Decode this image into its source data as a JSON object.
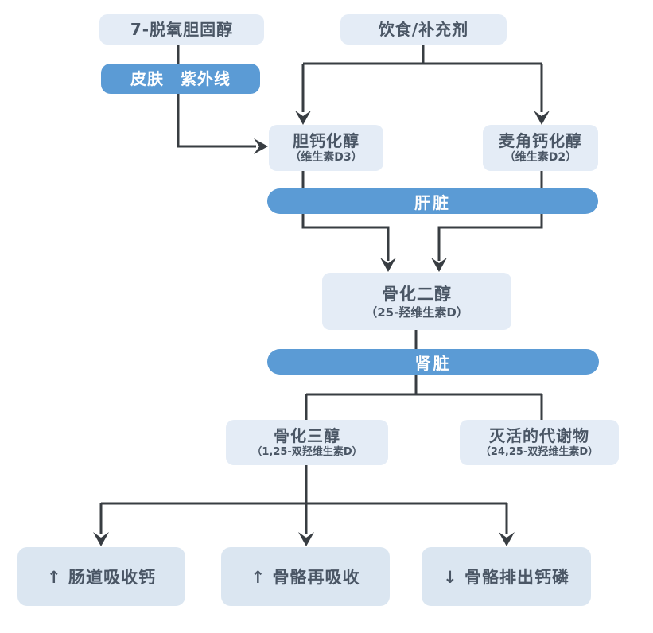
{
  "colors": {
    "accent_blue": "#5b9bd5",
    "light_box": "#e4ecf6",
    "light_box_bottom": "#dbe6f1",
    "text_dark": "#4a5665",
    "text_on_blue": "#ffffff",
    "connector_line": "#383d42"
  },
  "nodes": {
    "dhc": {
      "label": "7-脱氧胆固醇"
    },
    "diet": {
      "label": "饮食/补充剂"
    },
    "skin": {
      "label": "皮肤　紫外线"
    },
    "d3": {
      "label": "胆钙化醇",
      "sublabel": "（维生素D3）"
    },
    "d2": {
      "label": "麦角钙化醇",
      "sublabel": "（维生素D2）"
    },
    "liver": {
      "label": "肝脏"
    },
    "calcidiol": {
      "label": "骨化二醇",
      "sublabel": "（25-羟维生素D）"
    },
    "kidney": {
      "label": "肾脏"
    },
    "calcitriol": {
      "label": "骨化三醇",
      "sublabel": "（1,25-双羟维生素D）"
    },
    "inactive_metabolites": {
      "label": "灭活的代谢物",
      "sublabel": "（24,25-双羟维生素D）"
    },
    "intestinal_absorption": {
      "label": "↑ 肠道吸收钙"
    },
    "bone_resorption": {
      "label": "↑ 骨骼再吸收"
    },
    "bone_excretion": {
      "label": "↓ 骨骼排出钙磷"
    }
  }
}
